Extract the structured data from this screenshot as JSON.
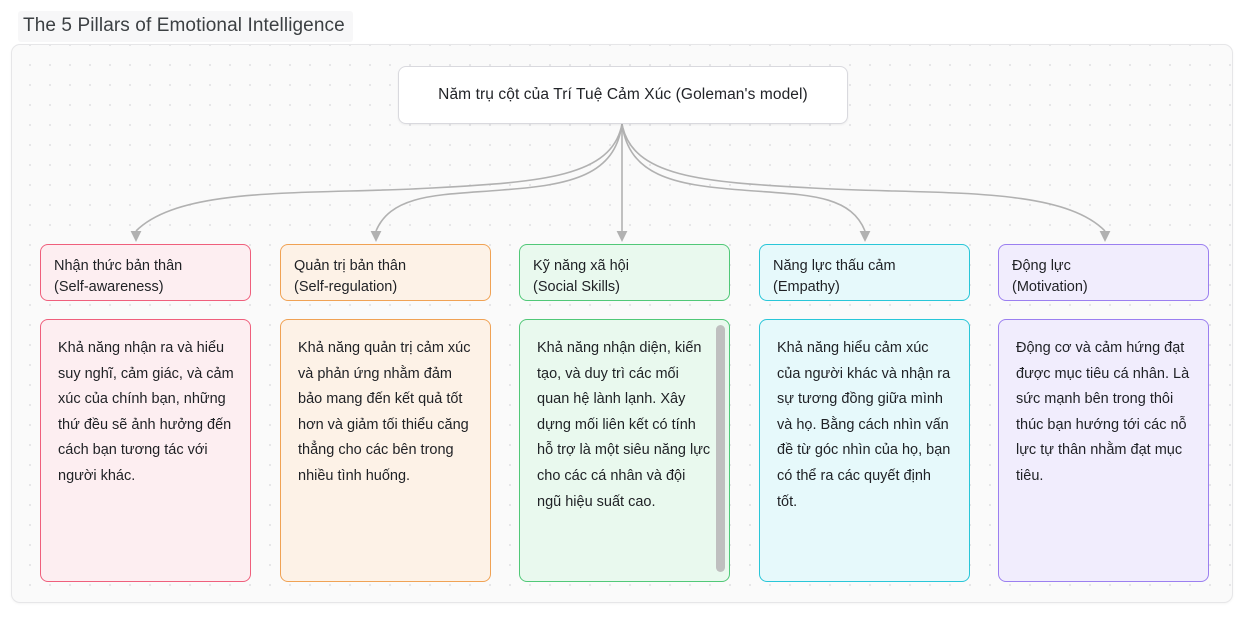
{
  "title": "The 5 Pillars of Emotional Intelligence",
  "root": {
    "label": "Năm trụ cột của Trí Tuệ Cảm Xúc (Goleman's model)"
  },
  "colors": {
    "pillar_1_border": "#ef5f7c",
    "pillar_1_fill": "#fdeef1",
    "pillar_2_border": "#f0a254",
    "pillar_2_fill": "#fdf2e7",
    "pillar_3_border": "#51c878",
    "pillar_3_fill": "#e9f9ee",
    "pillar_4_border": "#29c6d8",
    "pillar_4_fill": "#e6f9fb",
    "pillar_5_border": "#9b7ff0",
    "pillar_5_fill": "#f1edfd",
    "edge_stroke": "#b1b1b1",
    "canvas_background": "#fafafa",
    "dot_grid": "#e2e2e5"
  },
  "pillars": [
    {
      "header_vi": "Nhận thức bản thân",
      "header_en": "(Self-awareness)",
      "body": "Khả năng nhận ra và hiểu suy nghĩ, cảm giác, và cảm xúc của chính bạn, những thứ đều sẽ ảnh hưởng đến cách bạn tương tác với người khác.",
      "has_scrollbar": false
    },
    {
      "header_vi": "Quản trị bản thân",
      "header_en": "(Self-regulation)",
      "body": "Khả năng quản trị cảm xúc và phản ứng nhằm đảm bảo mang đến kết quả tốt hơn và giảm tối thiểu căng thẳng cho các bên trong nhiều tình huống.",
      "has_scrollbar": false
    },
    {
      "header_vi": "Kỹ năng xã hội",
      "header_en": "(Social Skills)",
      "body": "Khả năng nhận diện, kiến tạo, và duy trì các mối quan hệ lành lạnh. Xây dựng mối liên kết có tính hỗ trợ là một siêu năng lực cho các cá nhân và đội ngũ hiệu suất cao.",
      "has_scrollbar": true
    },
    {
      "header_vi": "Năng lực thấu cảm",
      "header_en": "(Empathy)",
      "body": "Khả năng hiểu cảm xúc của người khác và nhận ra sự tương đồng giữa mình và họ. Bằng cách nhìn vấn đề từ góc nhìn của họ, bạn có thể ra các quyết định tốt.",
      "has_scrollbar": false
    },
    {
      "header_vi": "Động lực",
      "header_en": "(Motivation)",
      "body": "Động cơ và cảm hứng đạt được mục tiêu cá nhân. Là sức mạnh bên trong thôi thúc bạn hướng tới các nỗ lực tự thân nhằm đạt mục tiêu.",
      "has_scrollbar": false
    }
  ]
}
